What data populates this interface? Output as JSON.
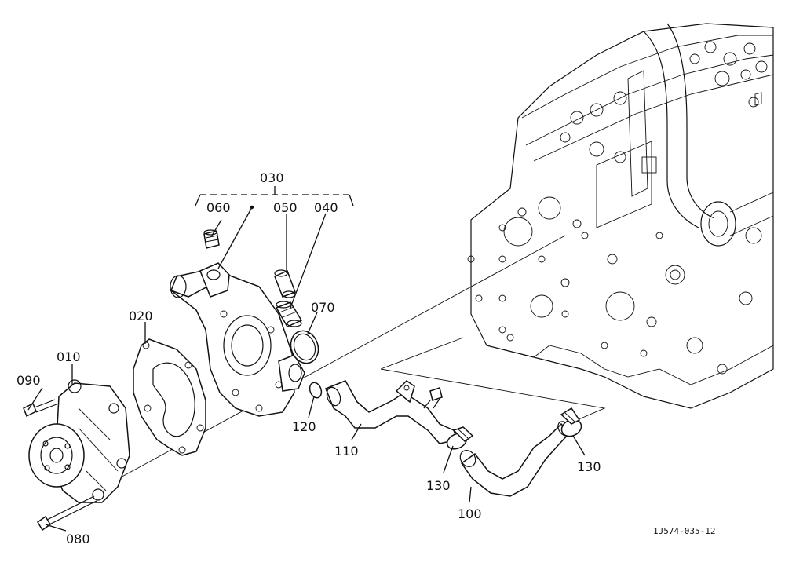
{
  "callouts": {
    "c010": "010",
    "c020": "020",
    "c030": "030",
    "c040": "040",
    "c050": "050",
    "c060": "060",
    "c070": "070",
    "c080": "080",
    "c090": "090",
    "c100": "100",
    "c110": "110",
    "c120": "120",
    "c130a": "130",
    "c130b": "130"
  },
  "drawing_code": "1J574-035-12"
}
